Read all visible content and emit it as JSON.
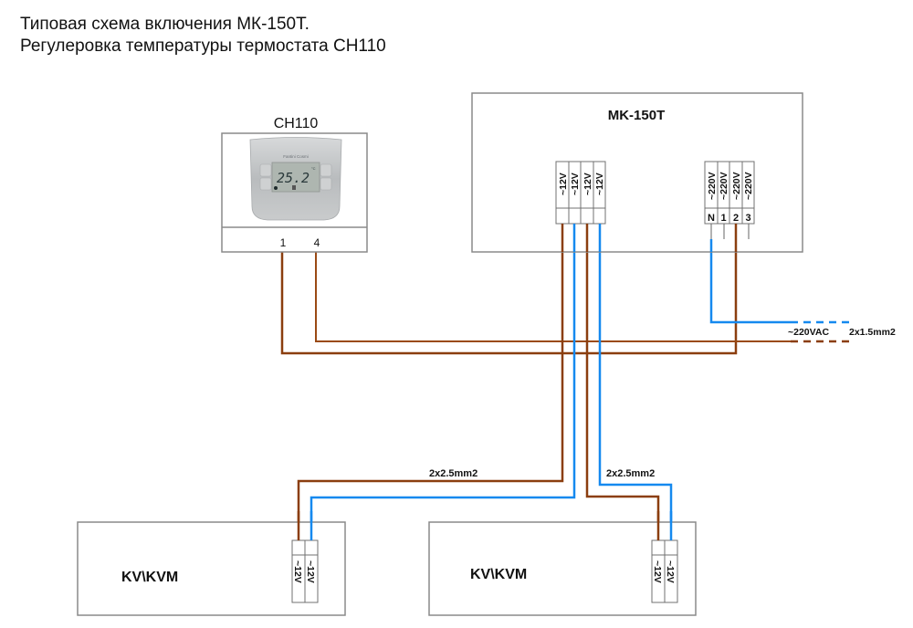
{
  "title": {
    "line1": "Типовая схема включения МК-150Т.",
    "line2": "Регулеровка температуры термостата CH110"
  },
  "thermostat": {
    "name": "CH110",
    "display_value": "25.2",
    "display_unit": "°C",
    "brand": "Fantini Cosmi",
    "terminals": [
      "1",
      "4"
    ]
  },
  "controller": {
    "name": "MK-150T",
    "low_voltage_terminals": [
      "~12V",
      "~12V",
      "~12V",
      "~12V"
    ],
    "mains_terminals": [
      {
        "voltage": "~220V",
        "label": "N"
      },
      {
        "voltage": "~220V",
        "label": "1"
      },
      {
        "voltage": "~220V",
        "label": "2"
      },
      {
        "voltage": "~220V",
        "label": "3"
      }
    ]
  },
  "valves": [
    {
      "name": "KV\\KVM",
      "terminals": [
        "~12V",
        "~12V"
      ]
    },
    {
      "name": "KV\\KVM",
      "terminals": [
        "~12V",
        "~12V"
      ]
    }
  ],
  "cables": {
    "left_valve": "2x2.5mm2",
    "right_valve": "2x2.5mm2",
    "mains_voltage": "~220VAC",
    "mains_cable": "2x1.5mm2"
  },
  "colors": {
    "brown_wire": "#8b3e0f",
    "blue_wire": "#1589ef",
    "box_border": "#8a8a8a"
  }
}
